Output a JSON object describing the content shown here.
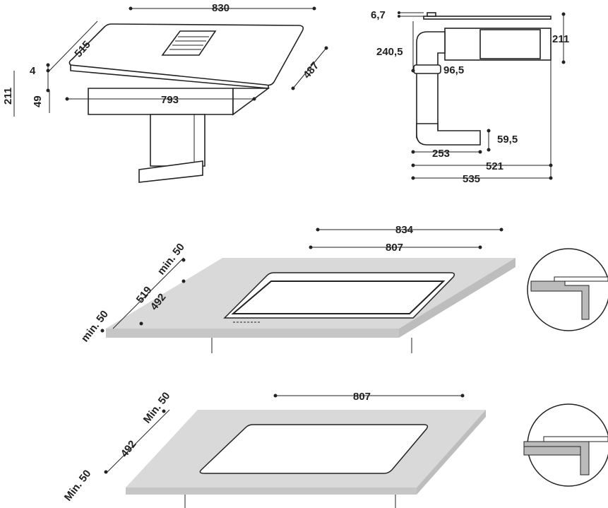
{
  "top_hob_view": {
    "width": "830",
    "depth": "515",
    "glass": "4",
    "total_height": "211",
    "body_height": "49",
    "body_width": "793",
    "body_depth": "487"
  },
  "side_view": {
    "glass": "6,7",
    "height": "211",
    "duct_top": "240,5",
    "duct_dia": "96,5",
    "outlet_height": "59,5",
    "outlet_depth": "253",
    "depth_1": "521",
    "depth_2": "535"
  },
  "flush_install": {
    "outer_width": "834",
    "inner_width": "807",
    "min_back": "min. 50",
    "outer_depth": "519",
    "inner_depth": "492",
    "min_front": "min. 50"
  },
  "standard_install": {
    "cut_width": "807",
    "min_back": "Min. 50",
    "cut_depth": "492",
    "min_front": "Min. 50"
  },
  "colors": {
    "countertop": "#d9d9d9",
    "line": "#222222"
  }
}
